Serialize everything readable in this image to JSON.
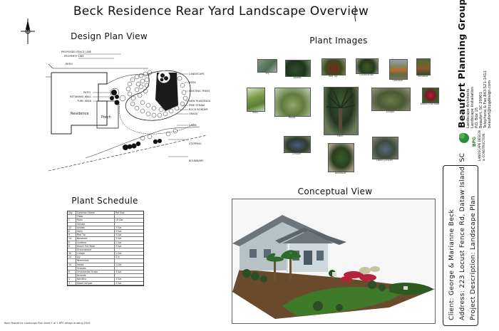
{
  "title": "Beck Residence Rear Yard Landscape Overview",
  "sections": {
    "design_plan": "Design Plan View",
    "plant_images": "Plant Images",
    "plant_schedule": "Plant Schedule",
    "conceptual": "Conceptual View"
  },
  "plan": {
    "labels_left": [
      "PROPOSED FENCE LINE",
      "PROPERTY LINE",
      "PATIO",
      "PATIO",
      "RETAINING WALL",
      "TURF AREA"
    ],
    "label_residence": "Residence",
    "label_porch": "Porch",
    "labels_right": [
      "LANDSCAPE",
      "BEDS",
      "EXISTING TREES",
      "NEW PLANTINGS",
      "PINE STRAW",
      "ROCK BORDER",
      "GRASS",
      "LAWN",
      "STEPPING",
      "BOUNDARY"
    ]
  },
  "plant_images": [
    {
      "caption": "Ivy"
    },
    {
      "caption": "Azalea"
    },
    {
      "caption": "Red Tip"
    },
    {
      "caption": "Ornamental"
    },
    {
      "caption": "Lantana"
    },
    {
      "caption": "Nandina"
    },
    {
      "caption": "Holly"
    },
    {
      "caption": "Hosta"
    },
    {
      "caption": "Palm"
    },
    {
      "caption": "Juniper"
    },
    {
      "caption": "Knock Out Rose"
    },
    {
      "caption": "Liriope"
    },
    {
      "caption": "Boxwood"
    },
    {
      "caption": "Dwarf Juniper"
    }
  ],
  "schedule": {
    "headers": [
      "Qty",
      "Common Name",
      "Pot Size"
    ],
    "rows": [
      [
        "",
        "Trees",
        ""
      ],
      [
        "1",
        "Palm",
        "15 Gal"
      ],
      [
        "",
        "Shrubs",
        ""
      ],
      [
        "12",
        "Azalea",
        "3 Gal"
      ],
      [
        "6",
        "Holly",
        "3 Gal"
      ],
      [
        "9",
        "Red Tip",
        "3 Gal"
      ],
      [
        "14",
        "Boxwood",
        "3 Gal"
      ],
      [
        "5",
        "Lantana",
        "1 Gal"
      ],
      [
        "8",
        "Knock Out Rose",
        "3 Gal"
      ],
      [
        "",
        "Groundcover",
        ""
      ],
      [
        "30",
        "Liriope",
        "1 Gal"
      ],
      [
        "24",
        "Ivy",
        "4 in"
      ],
      [
        "",
        "Perennials",
        ""
      ],
      [
        "10",
        "Hosta",
        "1 Gal"
      ],
      [
        "",
        "Grasses",
        ""
      ],
      [
        "6",
        "Ornamental Grass",
        "3 Gal"
      ],
      [
        "",
        "Accents",
        ""
      ],
      [
        "4",
        "Nandina",
        "3 Gal"
      ],
      [
        "3",
        "Dwarf Juniper",
        "3 Gal"
      ]
    ]
  },
  "firm": {
    "name": "Beaufort Planning Group",
    "lines": [
      "Landscape Architects",
      "Landscape Installation",
      "P.O. Box 15",
      "Beaufort, SC 29901",
      "Telephone & Fax 843-521-1411",
      "beaufort@bpgdesign.com"
    ],
    "logo_text": "BPG",
    "logo_sub": [
      "LANDSCAPE DESIGN",
      "& CONSTRUCTION"
    ]
  },
  "client": {
    "client": "Client: George & Marianne Beck",
    "address": "Address: 223 Locust Fence Rd, Dataw Island, SC",
    "project": "Project Description: Landscape Plan"
  },
  "footer_text": "Beck Residence Landscape Plan sheet 1 of 1 BPG design drawing 2009",
  "colors": {
    "line": "#222222",
    "lawn": "#3f7a2a",
    "mulch": "#6b4a2e",
    "roof": "#6d747a",
    "siding": "#b7c2c7",
    "flowers": "#b8213a",
    "logo_green": "#2e8b3a"
  }
}
